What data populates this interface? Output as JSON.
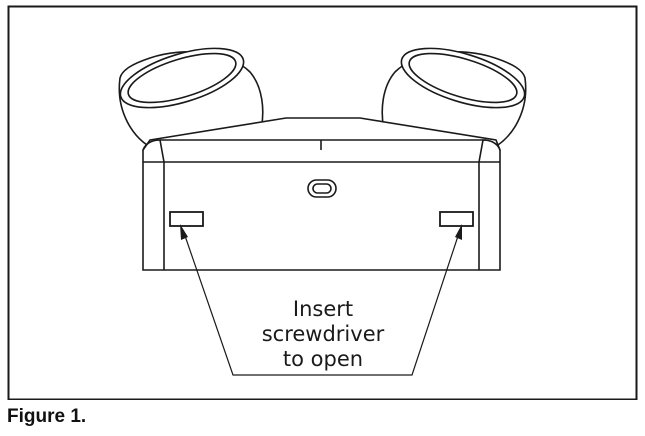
{
  "figure": {
    "callout_lines": [
      "Insert",
      "screwdriver",
      "to open"
    ],
    "caption": "Figure 1."
  },
  "icons": {
    "left_lamp": "lamp-head-icon",
    "right_lamp": "lamp-head-icon",
    "indicator": "test-button-icon"
  },
  "colors": {
    "line": "#1a1a1a",
    "background": "#ffffff"
  }
}
